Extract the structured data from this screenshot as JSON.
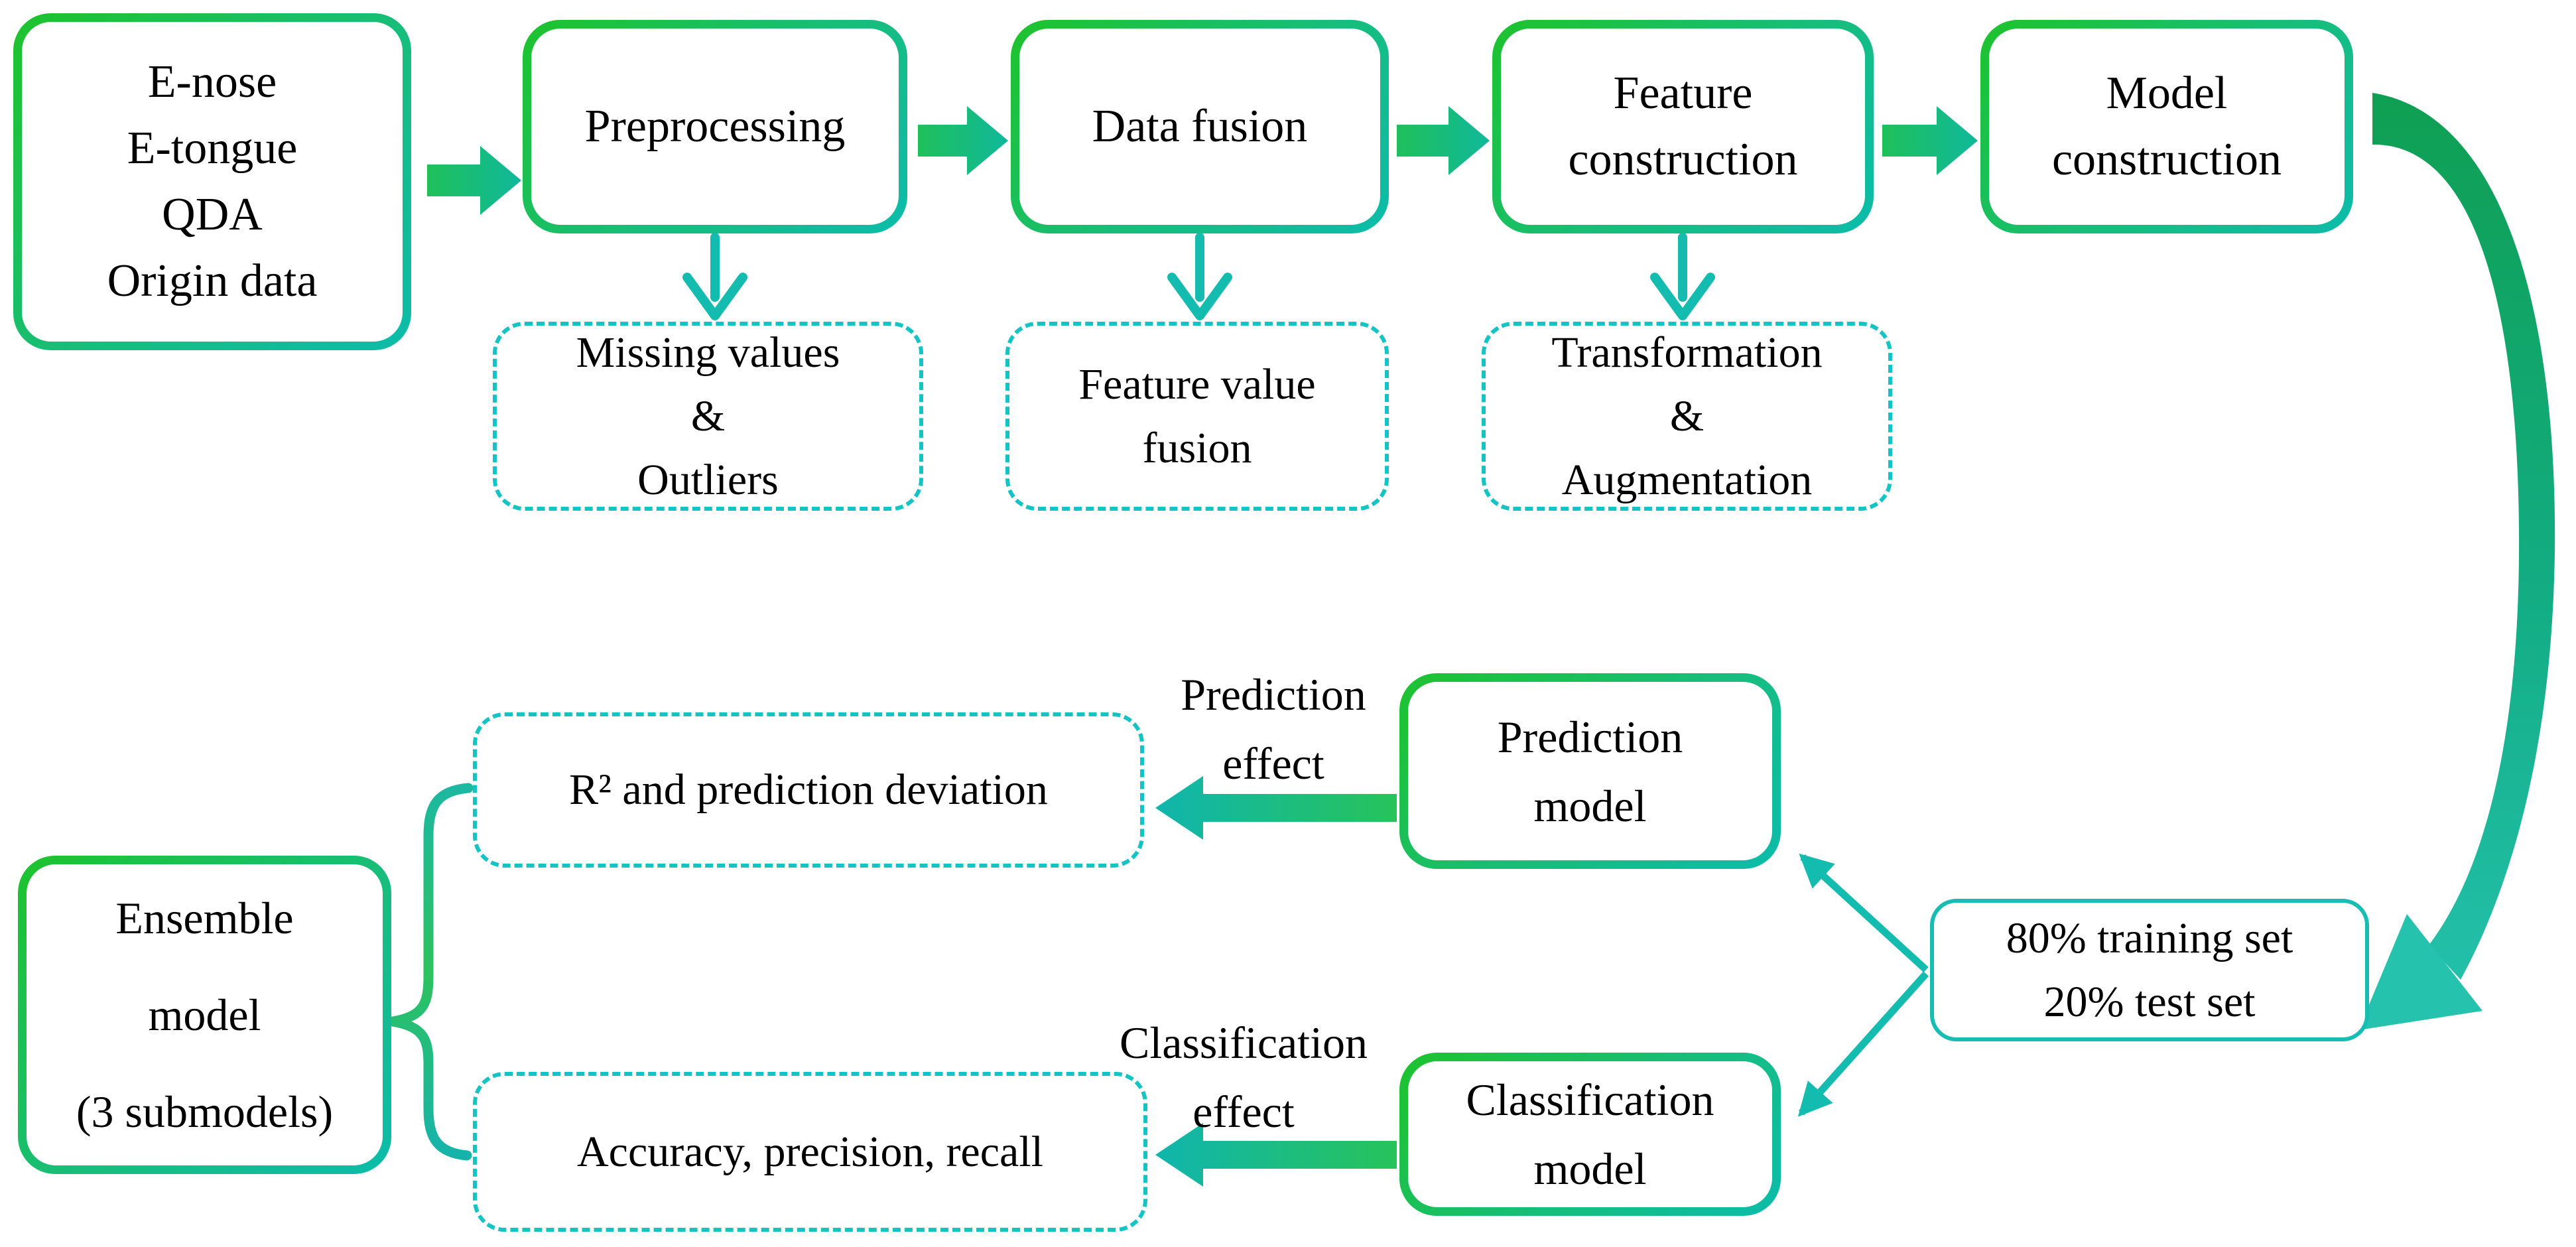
{
  "colors": {
    "box_border_gradient_start": "#1ec32c",
    "box_border_gradient_end": "#0cbcab",
    "dashed_border": "#14c3c3",
    "thin_box_border": "#17bdb2",
    "arrow_green": "#1fc05a",
    "arrow_teal": "#10b5a8",
    "swoosh_green": "#0f9f52",
    "swoosh_teal": "#25c2ae",
    "text": "#000000"
  },
  "flow_top": {
    "source_box": {
      "lines": [
        "E-nose",
        "E-tongue",
        "QDA",
        "Origin data"
      ]
    },
    "preprocessing": {
      "label": "Preprocessing"
    },
    "data_fusion": {
      "label": "Data fusion"
    },
    "feature_construction": {
      "lines": [
        "Feature",
        "construction"
      ]
    },
    "model_construction": {
      "lines": [
        "Model",
        "construction"
      ]
    },
    "preprocessing_detail": {
      "lines": [
        "Missing values",
        "&",
        "Outliers"
      ]
    },
    "data_fusion_detail": {
      "lines": [
        "Feature value",
        "fusion"
      ]
    },
    "feature_construction_detail": {
      "lines": [
        "Transformation",
        "&",
        "Augmentation"
      ]
    }
  },
  "flow_bottom": {
    "split_box": {
      "lines": [
        "80% training set",
        "20% test set"
      ]
    },
    "prediction_model": {
      "lines": [
        "Prediction",
        "model"
      ]
    },
    "classification_model": {
      "lines": [
        "Classification",
        "model"
      ]
    },
    "prediction_effect_label": {
      "lines": [
        "Prediction",
        "effect"
      ]
    },
    "classification_effect_label": {
      "lines": [
        "Classification",
        "effect"
      ]
    },
    "prediction_metrics": {
      "text": "R² and prediction deviation"
    },
    "classification_metrics": {
      "text": "Accuracy, precision, recall"
    },
    "ensemble_box": {
      "lines": [
        "Ensemble",
        "model",
        "(3 submodels)"
      ]
    }
  }
}
